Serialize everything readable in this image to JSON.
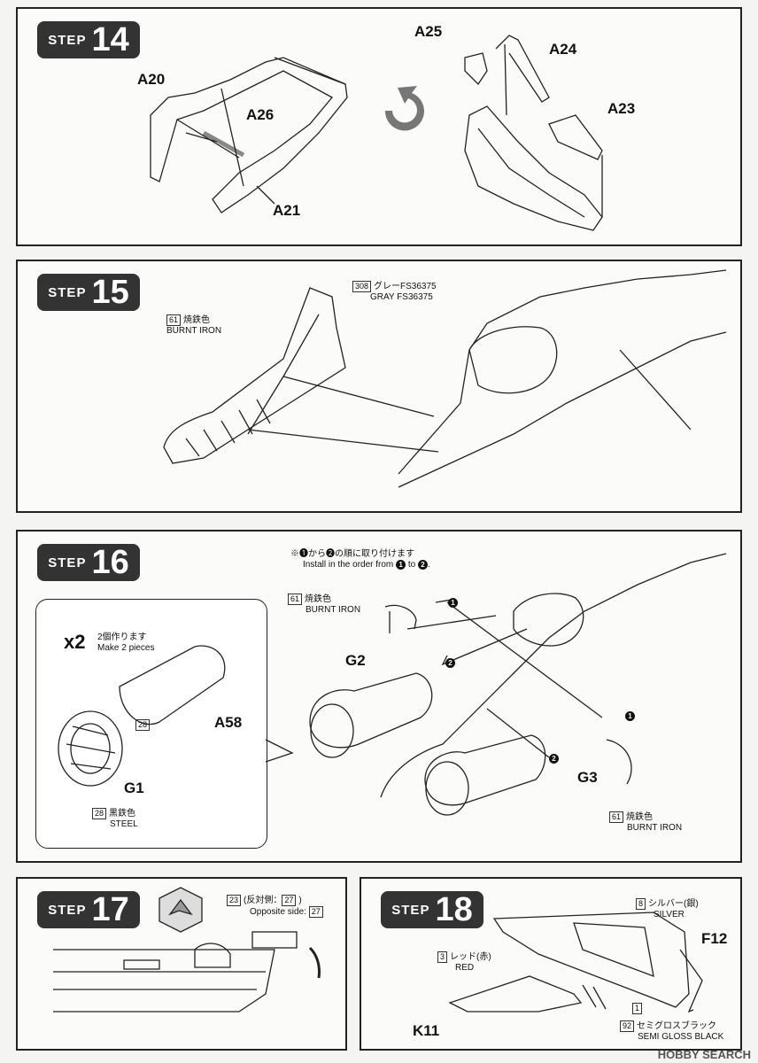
{
  "steps": {
    "s14": {
      "word": "STEP",
      "num": "14",
      "parts": {
        "a20": "A20",
        "a26": "A26",
        "a21": "A21",
        "a25": "A25",
        "a24": "A24",
        "a23": "A23"
      }
    },
    "s15": {
      "word": "STEP",
      "num": "15",
      "gray": {
        "code": "308",
        "jp": "グレーFS36375",
        "en": "GRAY FS36375"
      },
      "burnt": {
        "code": "61",
        "jp": "焼鉄色",
        "en": "BURNT IRON"
      }
    },
    "s16": {
      "word": "STEP",
      "num": "16",
      "order_jp": "※❶から❷の順に取り付けます",
      "order_en_pre": "Install in the order from ",
      "order_en_mid": " to ",
      "mult": "x2",
      "make_jp": "2個作ります",
      "make_en": "Make 2 pieces",
      "a58": "A58",
      "g1": "G1",
      "g2": "G2",
      "g3": "G3",
      "c28": "28",
      "steel": {
        "code": "28",
        "jp": "黒鉄色",
        "en": "STEEL"
      },
      "burnt1": {
        "code": "61",
        "jp": "焼鉄色",
        "en": "BURNT IRON"
      },
      "burnt2": {
        "code": "61",
        "jp": "焼鉄色",
        "en": "BURNT IRON"
      },
      "n1": "1",
      "n2": "2"
    },
    "s17": {
      "word": "STEP",
      "num": "17",
      "decal": {
        "code": "23",
        "jp": "(反対側：",
        "code2": "27",
        "close": ")",
        "en": "Opposite side:",
        "code3": "27"
      }
    },
    "s18": {
      "word": "STEP",
      "num": "18",
      "silver": {
        "code": "8",
        "jp": "シルバー(銀)",
        "en": "SILVER"
      },
      "red": {
        "code": "3",
        "jp": "レッド(赤)",
        "en": "RED"
      },
      "one": {
        "code": "1"
      },
      "sgb": {
        "code": "92",
        "jp": "セミグロスブラック",
        "en": "SEMI GLOSS BLACK"
      },
      "f12": "F12",
      "k11": "K11"
    }
  },
  "watermark": "HOBBY SEARCH"
}
